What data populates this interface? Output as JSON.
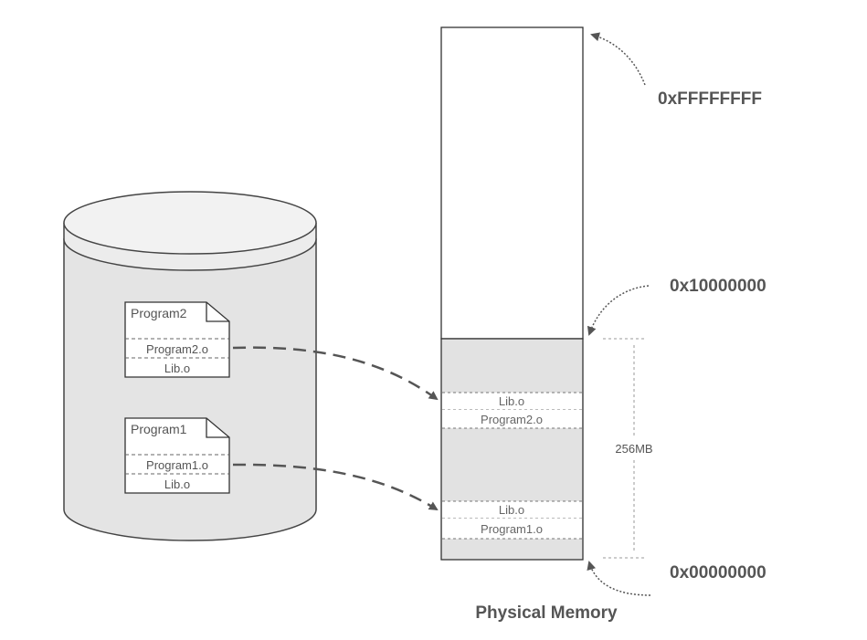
{
  "disk": {
    "files": [
      {
        "name": "Program2",
        "sections": [
          "Program2.o",
          "Lib.o"
        ]
      },
      {
        "name": "Program1",
        "sections": [
          "Program1.o",
          "Lib.o"
        ]
      }
    ]
  },
  "memory": {
    "title": "Physical Memory",
    "addresses": {
      "top": "0xFFFFFFFF",
      "boundary": "0x10000000",
      "bottom": "0x00000000"
    },
    "size_label": "256MB",
    "regions": [
      {
        "label": "Lib.o"
      },
      {
        "label": "Program2.o"
      },
      {
        "label": "Lib.o"
      },
      {
        "label": "Program1.o"
      }
    ]
  },
  "colors": {
    "stroke": "#444444",
    "shade": "#e2e2e2",
    "text": "#555555"
  }
}
